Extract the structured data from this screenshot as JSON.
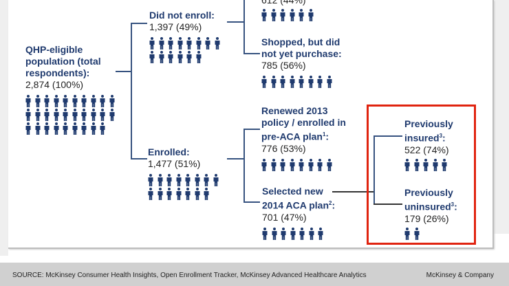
{
  "nodes": {
    "total": {
      "title": "QHP-eligible population (total respondents):",
      "value": "2,874  (100%)",
      "icon_count": 29
    },
    "did_not_enroll": {
      "title": "Did not enroll:",
      "value": "1,397 (49%)",
      "icon_count": 14
    },
    "top_cut": {
      "value": "612 (44%)",
      "icon_count": 6
    },
    "shopped": {
      "title": "Shopped, but did not yet purchase:",
      "value": "785 (56%)",
      "icon_count": 8
    },
    "enrolled": {
      "title": "Enrolled:",
      "value": "1,477 (51%)",
      "icon_count": 15
    },
    "renewed": {
      "title": "Renewed 2013 policy / enrolled in pre-ACA plan",
      "sup": "1",
      "colon": ":",
      "value": "776 (53%)",
      "icon_count": 8
    },
    "selected": {
      "title": "Selected new 2014 ACA plan",
      "sup": "2",
      "colon": ":",
      "value": "701 (47%)",
      "icon_count": 7
    },
    "prev_insured": {
      "title": "Previously insured",
      "sup": "3",
      "colon": ":",
      "value": "522 (74%)",
      "icon_count": 5
    },
    "prev_uninsured": {
      "title": "Previously uninsured",
      "sup": "3",
      "colon": ":",
      "value": "179 (26%)",
      "icon_count": 2
    }
  },
  "colors": {
    "navy": "#1f3a6e",
    "highlight": "#e0230f"
  },
  "footer": {
    "source": "SOURCE: McKinsey Consumer Health Insights, Open Enrollment Tracker,  McKinsey Advanced Healthcare Analytics",
    "company": "McKinsey & Company"
  }
}
